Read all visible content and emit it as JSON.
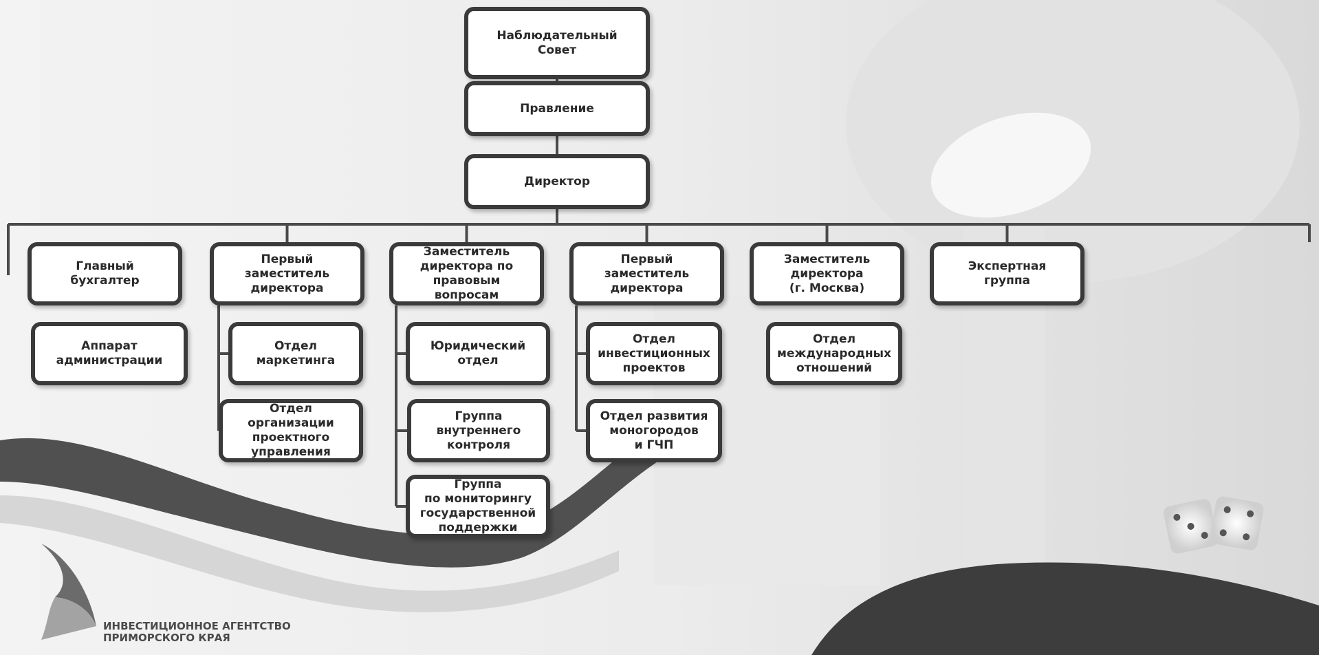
{
  "chart": {
    "top": [
      {
        "id": "supervisory-board-box",
        "label": "Наблюдательный\nСовет"
      },
      {
        "id": "board-box",
        "label": "Правление"
      },
      {
        "id": "director-box",
        "label": "Директор"
      }
    ],
    "columns": [
      {
        "head": "Главный\nбухгалтер",
        "subs": [
          "Аппарат\nадминистрации"
        ]
      },
      {
        "head": "Первый\nзаместитель\nдиректора",
        "subs": [
          "Отдел\nмаркетинга",
          "Отдел\nорганизации\nпроектного\nуправления"
        ]
      },
      {
        "head": "Заместитель\nдиректора по\nправовым\nвопросам",
        "subs": [
          "Юридический\nотдел",
          "Группа\nвнутреннего\nконтроля",
          "Группа\nпо мониторингу\nгосударственной\nподдержки"
        ]
      },
      {
        "head": "Первый\nзаместитель\nдиректора",
        "subs": [
          "Отдел\nинвестиционных\nпроектов",
          "Отдел развития\nмоногородов\nи ГЧП"
        ]
      },
      {
        "head": "Заместитель\nдиректора\n(г. Москва)",
        "subs": [
          "Отдел\nмеждународных\nотношений"
        ]
      },
      {
        "head": "Экспертная\nгруппа",
        "subs": []
      }
    ]
  },
  "logo": {
    "line1": "ИНВЕСТИЦИОННОЕ АГЕНТСТВО",
    "line2": "ПРИМОРСКОГО КРАЯ"
  },
  "colors": {
    "box_border": "#3a3a3a",
    "connector": "#4a4a4a",
    "wave_dark": "#4f4f4f",
    "logo_gray": "#6b6b6b"
  }
}
